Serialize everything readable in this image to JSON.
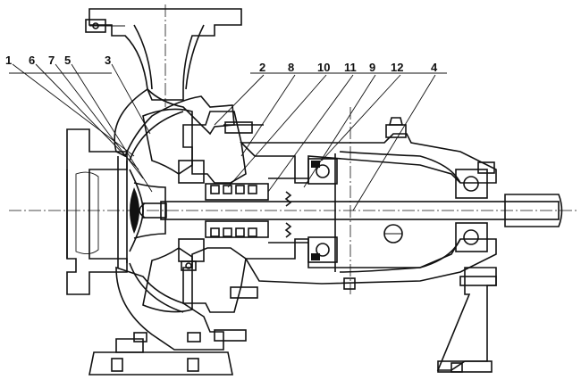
{
  "diagram": {
    "type": "pump-cross-section",
    "callouts": [
      {
        "id": "1",
        "label": "1"
      },
      {
        "id": "6",
        "label": "6"
      },
      {
        "id": "7",
        "label": "7"
      },
      {
        "id": "5",
        "label": "5"
      },
      {
        "id": "3",
        "label": "3"
      },
      {
        "id": "2",
        "label": "2"
      },
      {
        "id": "8",
        "label": "8"
      },
      {
        "id": "10",
        "label": "10"
      },
      {
        "id": "11",
        "label": "11"
      },
      {
        "id": "9",
        "label": "9"
      },
      {
        "id": "12",
        "label": "12"
      },
      {
        "id": "4",
        "label": "4"
      }
    ]
  },
  "colors": {
    "line": "#111111",
    "background": "#ffffff",
    "hatch": "#111111"
  }
}
